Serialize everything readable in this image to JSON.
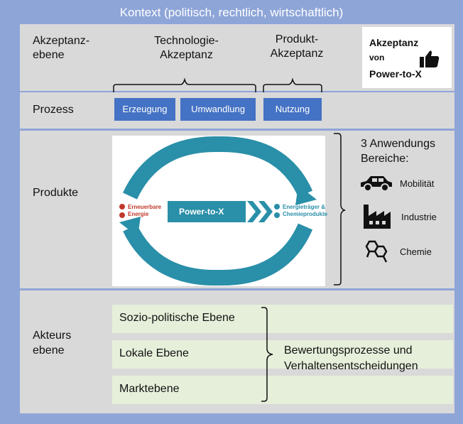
{
  "title": "Kontext (politisch, rechtlich, wirtschaftlich)",
  "rows": {
    "akzeptanzebene": "Akzeptanz-\nebene",
    "prozess": "Prozess",
    "produkte": "Produkte",
    "akteursebene": "Akteurs\nebene"
  },
  "headers": {
    "technologie": "Technologie-\nAkzeptanz",
    "produkt": "Produkt-\nAkzeptanz"
  },
  "badge": {
    "line1": "Akzeptanz",
    "line2": "von",
    "line3": "Power-to-X",
    "icon": "thumbs-up-icon"
  },
  "process": [
    "Erzeugung",
    "Umwandlung",
    "Nutzung"
  ],
  "diagram": {
    "left_label": "Erneuerbare\nEnergie",
    "center": "Power-to-X",
    "right_label": "Energieträger &\nChemieprodukte"
  },
  "applications": {
    "title": "3 Anwendungs\nBereiche:",
    "items": [
      {
        "label": "Mobilität",
        "icon": "car-icon"
      },
      {
        "label": "Industrie",
        "icon": "factory-icon"
      },
      {
        "label": "Chemie",
        "icon": "molecule-icon"
      }
    ]
  },
  "akteure": {
    "levels": [
      "Sozio-politische Ebene",
      "Lokale Ebene",
      "Marktebene"
    ],
    "result": "Bewertungsprozesse und\nVerhaltensentscheidungen"
  },
  "colors": {
    "frame": "#8ea5d8",
    "band": "#d9d9d9",
    "button": "#4472c4",
    "flow": "#2a8fa8",
    "green": "#e6efda"
  }
}
